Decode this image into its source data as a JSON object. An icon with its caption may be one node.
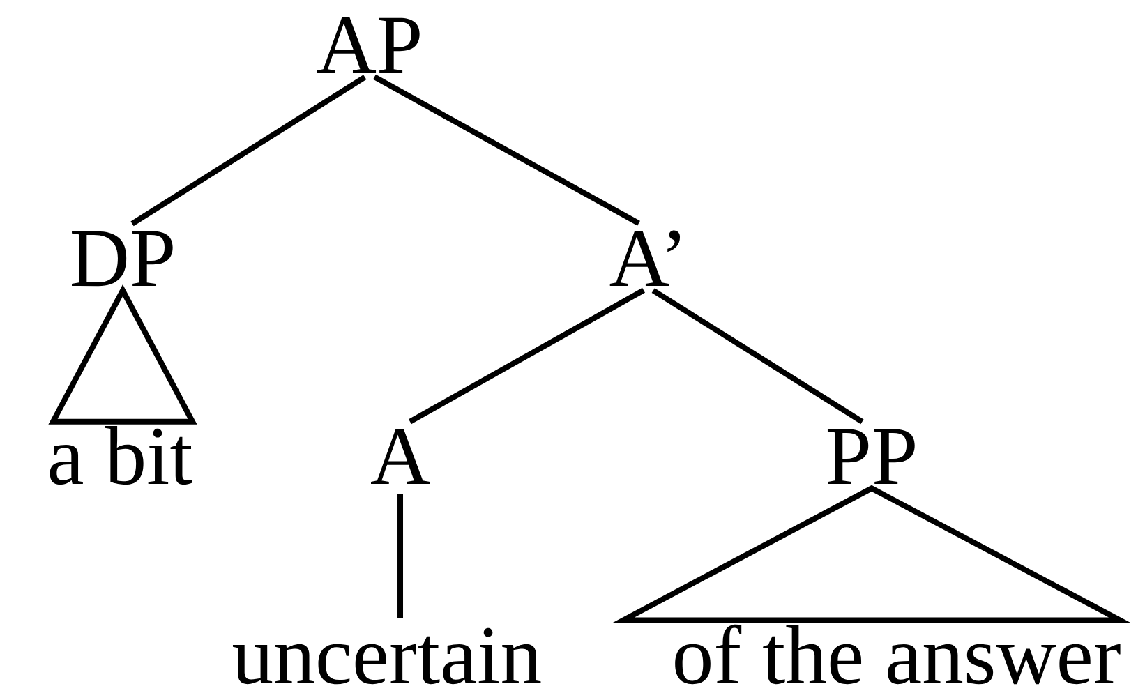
{
  "diagram": {
    "nodes": [
      {
        "text": [
          "AP"
        ]
      },
      {
        "text": [
          "DP"
        ]
      },
      {
        "text": [
          "A’"
        ]
      },
      {
        "text": [
          "a bit"
        ]
      },
      {
        "text": [
          "A"
        ]
      },
      {
        "text": [
          "PP"
        ]
      },
      {
        "text": [
          "uncertain"
        ]
      },
      {
        "text": [
          "of the answer"
        ]
      }
    ],
    "edges": [
      {
        "from": 0,
        "to": 1,
        "arrow": "none"
      },
      {
        "from": 0,
        "to": 2,
        "arrow": "none"
      },
      {
        "from": 1,
        "to": 3,
        "arrow": "none"
      },
      {
        "from": 2,
        "to": 4,
        "arrow": "none"
      },
      {
        "from": 2,
        "to": 5,
        "arrow": "none"
      },
      {
        "from": 4,
        "to": 6,
        "arrow": "none"
      },
      {
        "from": 5,
        "to": 7,
        "arrow": "none"
      }
    ]
  }
}
